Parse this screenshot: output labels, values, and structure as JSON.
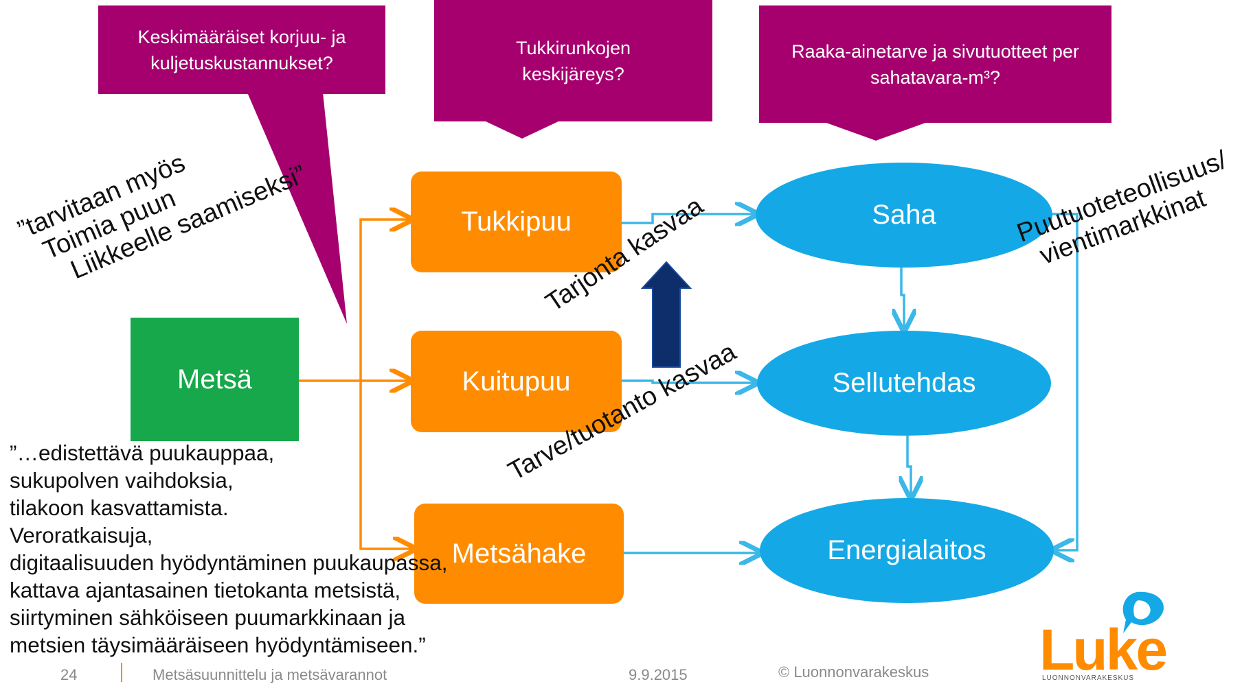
{
  "callouts": {
    "harvest": "Keskimääräiset korjuu- ja kuljetuskustannukset?",
    "logs": "Tukkirunkojen keskijäreys?",
    "raw": "Raaka-ainetarve ja sivutuotteet per sahatavara-m³?"
  },
  "sources": {
    "forest": "Metsä"
  },
  "products": {
    "logwood": "Tukkipuu",
    "pulpwood": "Kuitupuu",
    "chips": "Metsähake"
  },
  "users": {
    "sawmill": "Saha",
    "pulpmill": "Sellutehdas",
    "energy": "Energialaitos"
  },
  "annotations": {
    "also_needed": [
      "”tarvitaan myös",
      "Toimia puun",
      "Liikkeelle saamiseksi”"
    ],
    "supply": "Tarjonta kasvaa",
    "demand": "Tarve/tuotanto kasvaa",
    "export": [
      "Puutuoteteollisuus/",
      "vientimarkkinat"
    ]
  },
  "quote": [
    "”…edistettävä puukauppaa,",
    "sukupolven vaihdoksia,",
    "tilakoon kasvattamista.",
    "Veroratkaisuja,",
    "digitaalisuuden hyödyntäminen puukaupassa,",
    "kattava ajantasainen tietokanta metsistä,",
    "siirtyminen sähköiseen puumarkkinaan ja",
    "metsien täysimääräiseen hyödyntämiseen.”"
  ],
  "footer": {
    "page": "24",
    "title": "Metsäsuunnittelu ja metsävarannot",
    "date": "9.9.2015",
    "copyright": "© Luonnonvarakeskus",
    "logo_text": "Luke",
    "logo_subtext": "LUONNONVARAKESKUS"
  },
  "colors": {
    "callout": "#a6006f",
    "orange": "#ff8c00",
    "blue": "#14a9e6",
    "green": "#17a84b",
    "navy": "#0d2d6b",
    "arrow_blue": "#3bb7e8"
  }
}
